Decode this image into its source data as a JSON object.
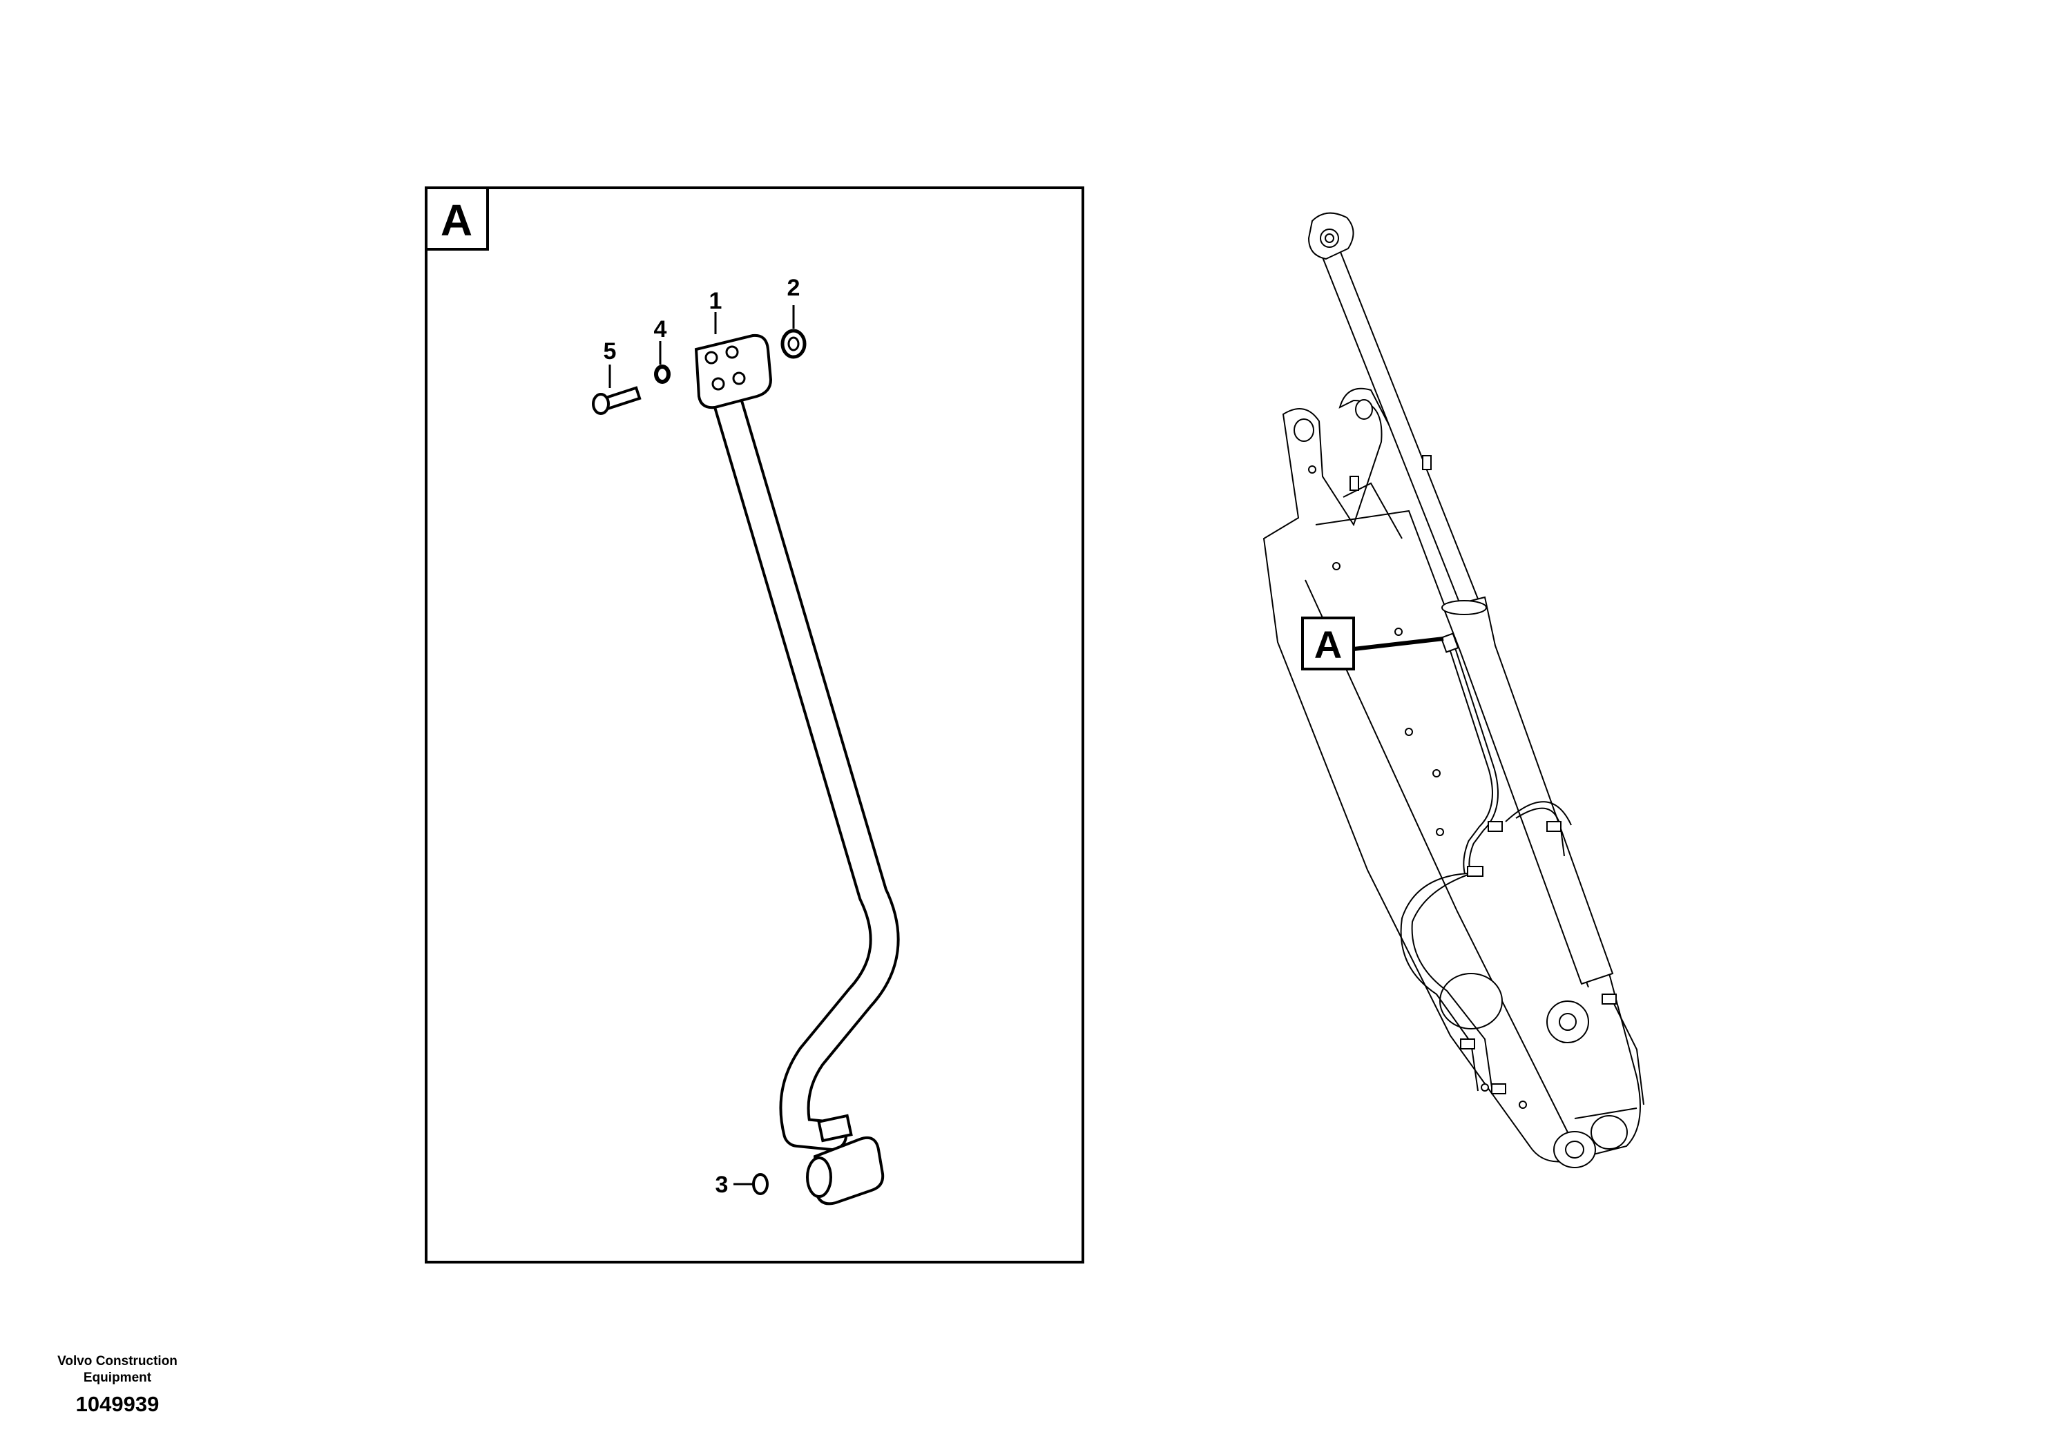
{
  "detail_view": {
    "label": "A",
    "callouts": {
      "item1": "1",
      "item2": "2",
      "item3": "3",
      "item4": "4",
      "item5": "5"
    }
  },
  "assembly_view": {
    "label": "A"
  },
  "footer": {
    "maker": "Volvo Construction Equipment",
    "drawing_number": "1049939"
  }
}
